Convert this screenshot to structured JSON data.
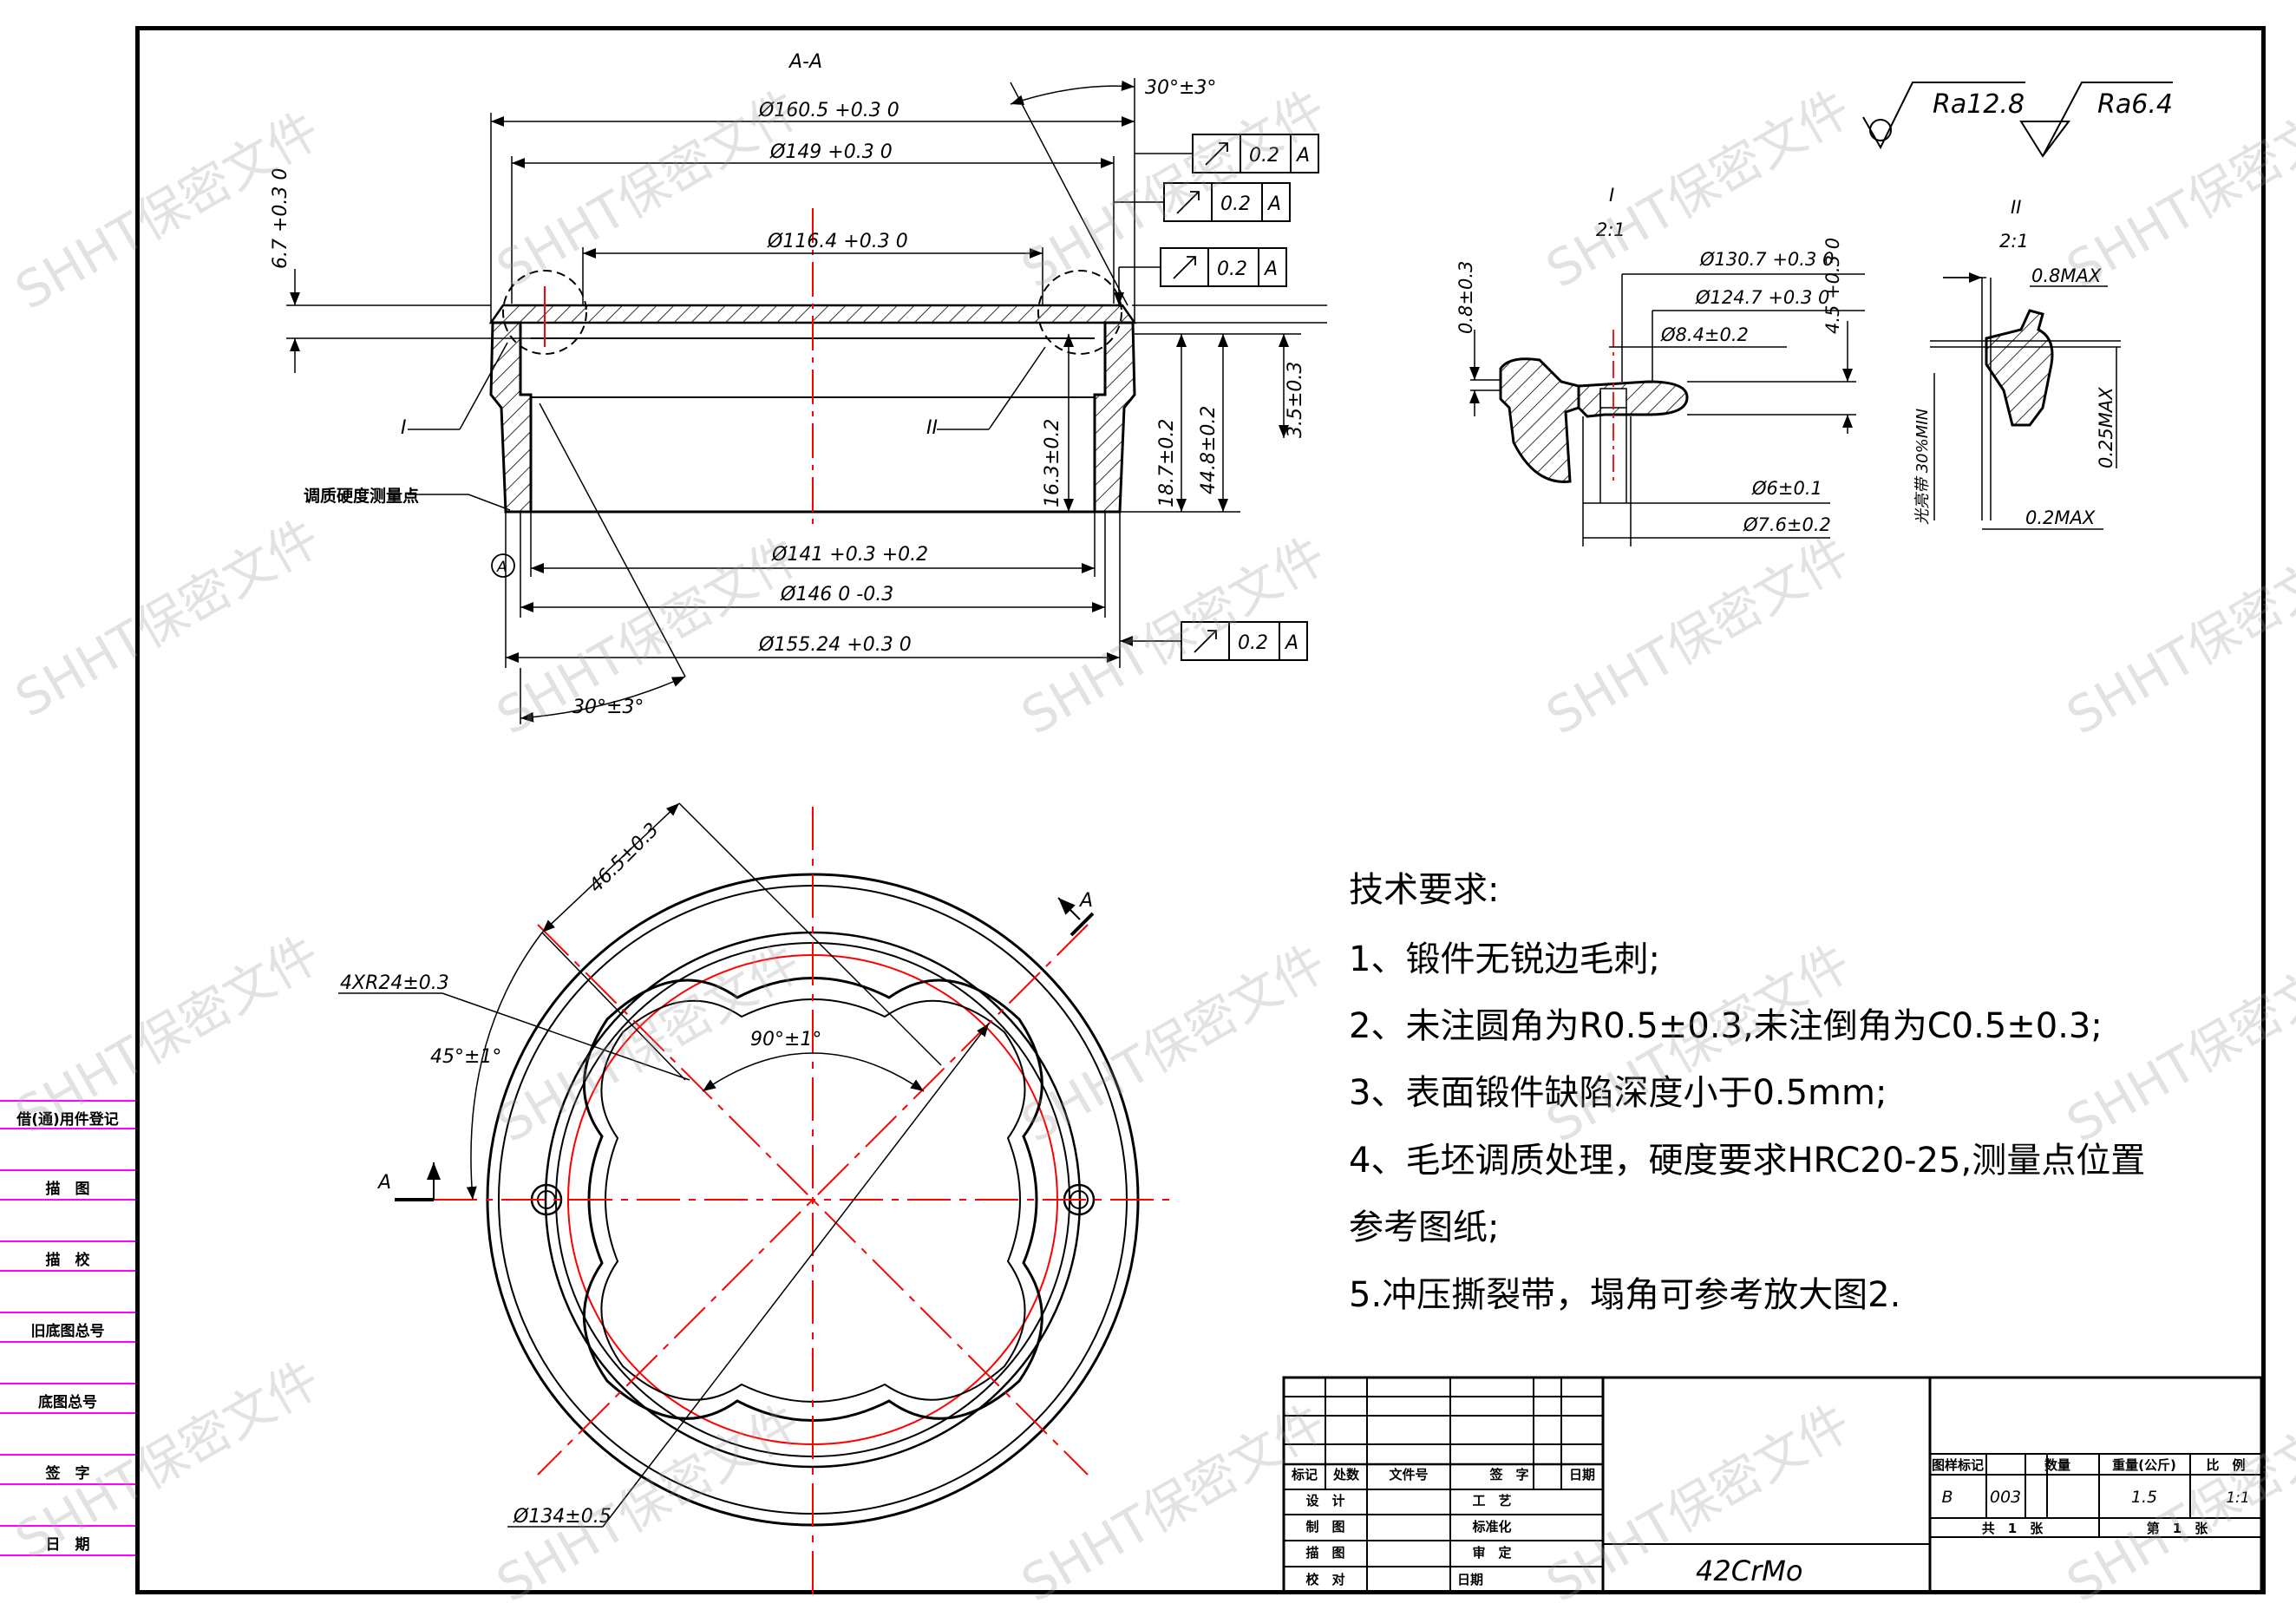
{
  "watermark": "SHHT保密文件",
  "section": {
    "title": "A-A",
    "dims": {
      "d160": "Ø160.5 +0.3 0",
      "d149": "Ø149 +0.3 0",
      "d116": "Ø116.4 +0.3 0",
      "d141": "Ø141 +0.3 +0.2",
      "d146": "Ø146 0 -0.3",
      "d155": "Ø155.24 +0.3 0",
      "h67": "6.7 +0.3 0",
      "h163": "16.3±0.2",
      "h187": "18.7±0.2",
      "h448": "44.8±0.2",
      "h35": "3.5±0.3",
      "angle_top": "30°±3°",
      "angle_bottom": "30°±3°",
      "label_I": "I",
      "label_II": "II",
      "hardness_point": "调质硬度测量点",
      "datum": "A"
    },
    "tolerance_frames": [
      {
        "value": "0.2",
        "datum": "A"
      },
      {
        "value": "0.2",
        "datum": "A"
      },
      {
        "value": "0.2",
        "datum": "A"
      },
      {
        "value": "0.2",
        "datum": "A"
      }
    ]
  },
  "surface_finish": {
    "ra1": "Ra12.8",
    "ra2": "Ra6.4"
  },
  "detail_I": {
    "title": "I",
    "scale": "2:1",
    "dims": {
      "d1307": "Ø130.7 +0.3 0",
      "d1247": "Ø124.7 +0.3 0",
      "d84": "Ø8.4±0.2",
      "d6": "Ø6±0.1",
      "d76": "Ø7.6±0.2",
      "h08": "0.8±0.3",
      "h45": "4.5 +0.3 0"
    }
  },
  "detail_II": {
    "title": "II",
    "scale": "2:1",
    "dims": {
      "max08": "0.8MAX",
      "max025": "0.25MAX",
      "max02": "0.2MAX",
      "band": "光亮带 30%MIN"
    }
  },
  "plan_view": {
    "d465": "46.5±0.3",
    "r24": "4XR24±0.3",
    "a45": "45°±1°",
    "a90": "90°±1°",
    "d134": "Ø134±0.5",
    "sec_a1": "A",
    "sec_a2": "A"
  },
  "tech_req": {
    "title": "技术要求:",
    "items": [
      "1、锻件无锐边毛刺;",
      "2、未注圆角为R0.5±0.3,未注倒角为C0.5±0.3;",
      "3、表面锻件缺陷深度小于0.5mm;",
      "4、毛坯调质处理，硬度要求HRC20-25,测量点位置",
      "参考图纸;",
      "5.冲压撕裂带，塌角可参考放大图2."
    ]
  },
  "side_table": [
    "借(通)用件登记",
    "描　图",
    "描　校",
    "旧底图总号",
    "底图总号",
    "签　字",
    "日　期"
  ],
  "title_block": {
    "hdr": [
      "标记",
      "处数",
      "文件号",
      "签　字",
      "日期"
    ],
    "rows": [
      [
        "设　计",
        "工　艺"
      ],
      [
        "制　图",
        "标准化"
      ],
      [
        "描　图",
        "审　定"
      ],
      [
        "校　对",
        "日期"
      ]
    ],
    "material": "42CrMo",
    "info_hdr": [
      "图样标记",
      "数量",
      "重量(公斤)",
      "比　例"
    ],
    "info_vals": [
      "B",
      "003",
      "1.5",
      "1:1"
    ],
    "sheets": [
      "共　1　张",
      "第　1　张"
    ]
  },
  "colors": {
    "line": "#000000",
    "center": "#ff0000",
    "border": "#ff00ff"
  }
}
